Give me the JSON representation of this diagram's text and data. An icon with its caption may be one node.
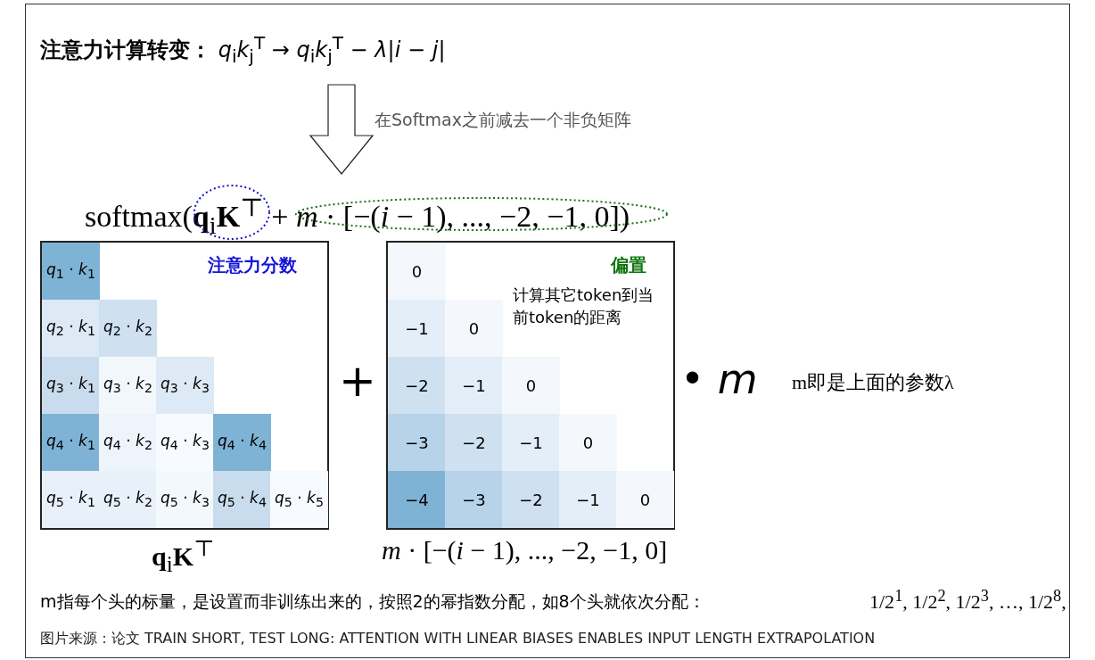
{
  "diagram": {
    "title": "**注意力计算转变：** *q*$_{i}$*k*$_{j}$$^{T}$ → *q*$_{i}$*k*$_{j}$$^{T}$ − *λ*|*i* − *j*|",
    "caption": "图片来源：论文 TRAIN SHORT, TEST LONG: ATTENTION WITH LINEAR BIASES ENABLES INPUT LENGTH EXTRAPOLATION",
    "nodes": [
      {
        "text": [],
        "shape": "ellipse"
      },
      {
        "text": [],
        "shape": "ellipse"
      },
      {
        "text": [
          "注意力分数"
        ],
        "beside": [
          "**q**$_{i}$**K**$^{⊤}$"
        ]
      },
      {
        "text": [
          "偏置",
          "计算其它token到当前token的距离"
        ],
        "beside": [
          "*m* · [−(*i* − 1), ..., −2, −1, 0]"
        ]
      }
    ],
    "labels": [
      "在Softmax之前减去一个非负矩阵",
      "softmax(**q**$_{i}$**K**$^{⊤}$ + *m* · [−(*i* − 1), ..., −2, −1, 0])",
      "*q*$_{1}$ · *k*$_{1}$",
      "*q*$_{2}$ · *k*$_{1}$",
      "*q*$_{2}$ · *k*$_{2}$",
      "*q*$_{3}$ · *k*$_{1}$",
      "*q*$_{3}$ · *k*$_{2}$",
      "*q*$_{3}$ · *k*$_{3}$",
      "*q*$_{4}$ · *k*$_{1}$",
      "*q*$_{4}$ · *k*$_{2}$",
      "*q*$_{4}$ · *k*$_{3}$",
      "*q*$_{4}$ · *k*$_{4}$",
      "*q*$_{5}$ · *k*$_{1}$",
      "*q*$_{5}$ · *k*$_{2}$",
      "*q*$_{5}$ · *k*$_{3}$",
      "*q*$_{5}$ · *k*$_{4}$",
      "*q*$_{5}$ · *k*$_{5}$",
      "+",
      "0",
      "−1",
      "0",
      "−2",
      "−1",
      "0",
      "−3",
      "−2",
      "−1",
      "0",
      "−4",
      "−3",
      "−2",
      "−1",
      "0",
      "• *m*",
      "m即是上面的参数λ",
      "m指每个头的标量，是设置而非训练出来的，按照2的幂指数分配，如8个头就依次分配：",
      "1/2$^{1}$, 1/2$^{2}$, 1/2$^{3}$, …, 1/2$^{8}$,"
    ]
  }
}
